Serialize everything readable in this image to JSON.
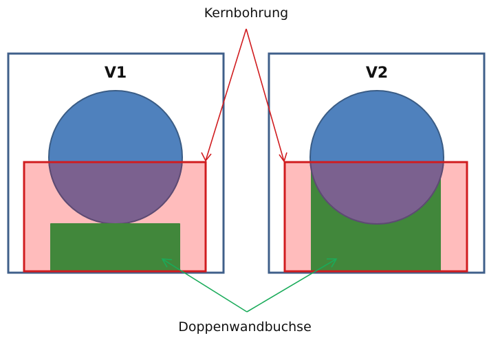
{
  "diagram": {
    "labels": {
      "top": "Kernbohrung",
      "bottom": "Doppenwandbuchse"
    },
    "variants": [
      {
        "id": "v1",
        "title": "V1",
        "bushing_covers_circle": false
      },
      {
        "id": "v2",
        "title": "V2",
        "bushing_covers_circle": true
      }
    ],
    "colors": {
      "frame": "#3f5f8a",
      "core_bore_stroke": "#d01c1f",
      "core_bore_fill": "#ffbcbc",
      "circle_fill": "#4f81bd",
      "circle_overlap_fill": "#7b618f",
      "circle_stroke": "#3a5c85",
      "bushing_fill": "#41873b",
      "arrow_red": "#d01c1f",
      "arrow_green": "#1aab5a"
    }
  }
}
